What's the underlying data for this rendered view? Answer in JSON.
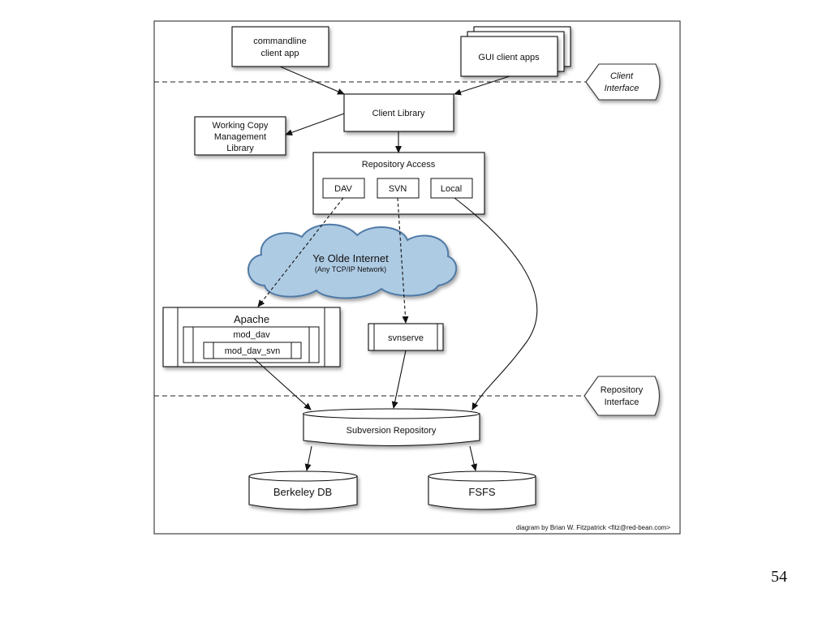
{
  "nodes": {
    "commandline_client": [
      "commandline",
      "client app"
    ],
    "gui_client": "GUI client apps",
    "client_interface": [
      "Client",
      "Interface"
    ],
    "client_library": "Client Library",
    "working_copy": [
      "Working Copy",
      "Management",
      "Library"
    ],
    "repository_access": "Repository Access",
    "dav": "DAV",
    "svn": "SVN",
    "local": "Local",
    "internet_title": "Ye Olde Internet",
    "internet_subtitle": "(Any TCP/IP Network)",
    "apache": "Apache",
    "mod_dav": "mod_dav",
    "mod_dav_svn": "mod_dav_svn",
    "svnserve": "svnserve",
    "repository_interface": [
      "Repository",
      "Interface"
    ],
    "subversion_repository": "Subversion Repository",
    "berkeley_db": "Berkeley DB",
    "fsfs": "FSFS"
  },
  "credit": "diagram by Brian W. Fitzpatrick <fitz@red-bean.com>",
  "page_number": "54",
  "colors": {
    "cloud_fill": "#aecbe4",
    "cloud_stroke": "#4f7aa6",
    "line": "#111111"
  }
}
